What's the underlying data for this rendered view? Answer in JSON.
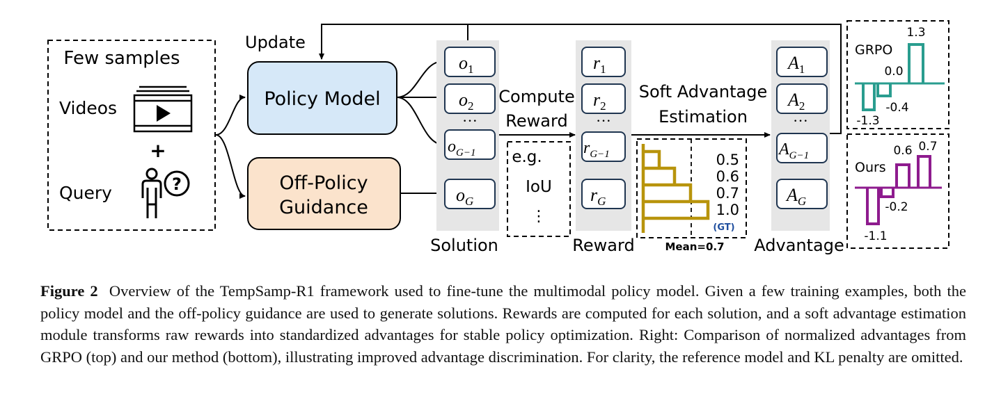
{
  "diagram": {
    "input_box": {
      "title": "Few samples",
      "videos": "Videos",
      "plus": "+",
      "query": "Query"
    },
    "update_label": "Update",
    "policy_model": "Policy Model",
    "off_policy": [
      "Off-Policy",
      "Guidance"
    ],
    "solutions": {
      "label": "Solution",
      "items": [
        "o",
        "o",
        "o",
        "o"
      ],
      "subs": [
        "1",
        "2",
        "G−1",
        "G"
      ],
      "dots": "···"
    },
    "compute_reward": [
      "Compute",
      "Reward"
    ],
    "eg_box": {
      "eg": "e.g.",
      "iou": "IoU",
      "vdots": "⋮"
    },
    "rewards": {
      "label": "Reward",
      "items": [
        "r",
        "r",
        "r",
        "r"
      ],
      "subs": [
        "1",
        "2",
        "G−1",
        "G"
      ],
      "dots": "···"
    },
    "soft_adv": [
      "Soft Advantage",
      "Estimation"
    ],
    "adv_chart": {
      "values": [
        "0.5",
        "0.6",
        "0.7",
        "1.0"
      ],
      "gt": "(GT)",
      "mean": "Mean=0.7"
    },
    "advantages": {
      "label": "Advantage",
      "items": [
        "A",
        "A",
        "A",
        "A"
      ],
      "subs": [
        "1",
        "2",
        "G−1",
        "G"
      ],
      "dots": "···"
    },
    "grpo": {
      "name": "GRPO",
      "values": [
        "1.3",
        "0.0",
        "-0.4",
        "-1.3"
      ],
      "color": "#2a9d8f"
    },
    "ours": {
      "name": "Ours",
      "values": [
        "0.6",
        "0.7",
        "-0.2",
        "-1.1"
      ],
      "color": "#8e1b8e"
    },
    "colors": {
      "policy": "#d6e8f8",
      "offpolicy": "#fbe3cc",
      "column": "#e6e6e6",
      "border": "#1f3550",
      "gold": "#b8940c",
      "gt": "#1f4e9e"
    }
  },
  "caption": {
    "label": "Figure 2",
    "text": "Overview of the TempSamp-R1 framework used to fine-tune the multimodal policy model. Given a few training examples, both the policy model and the off-policy guidance are used to generate solutions. Rewards are computed for each solution, and a soft advantage estimation module transforms raw rewards into standardized advantages for stable policy optimization. Right: Comparison of normalized advantages from GRPO (top) and our method (bottom), illustrating improved advantage discrimination. For clarity, the reference model and KL penalty are omitted."
  }
}
